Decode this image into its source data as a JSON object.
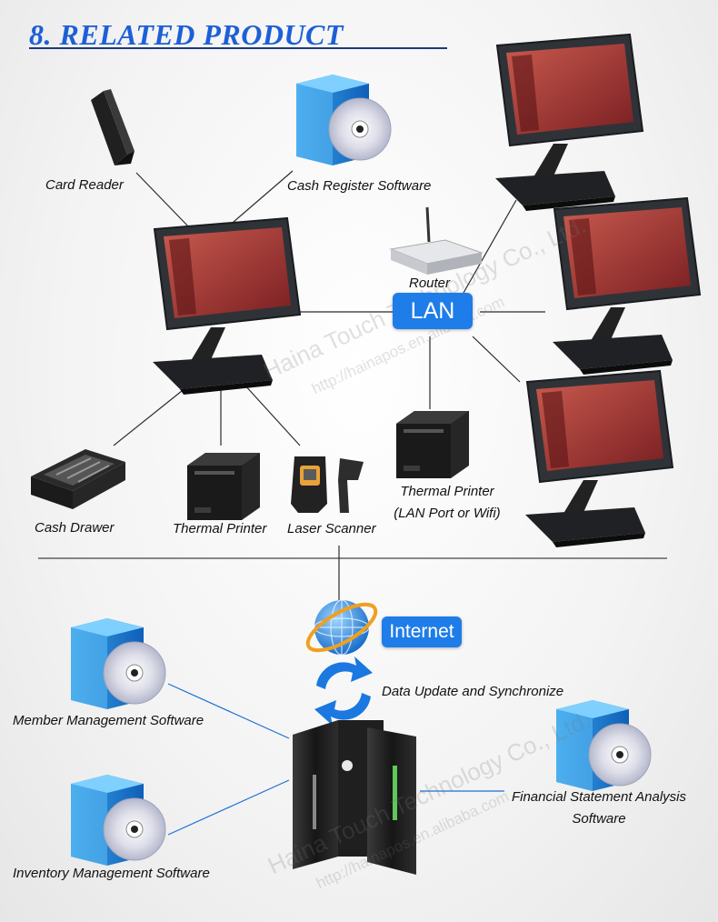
{
  "title": "8. RELATED PRODUCT",
  "labels": {
    "card_reader": "Card Reader",
    "cash_register_software": "Cash Register Software",
    "router": "Router",
    "lan": "LAN",
    "cash_drawer": "Cash Drawer",
    "thermal_printer": "Thermal Printer",
    "laser_scanner": "Laser Scanner",
    "thermal_printer_lan_1": "Thermal Printer",
    "thermal_printer_lan_2": "(LAN Port or Wifi)",
    "internet": "Internet",
    "data_sync": "Data Update and Synchronize",
    "member_software": "Member Management Software",
    "inventory_software": "Inventory Management Software",
    "financial_software_1": "Financial Statement Analysis",
    "financial_software_2": "Software"
  },
  "watermarks": {
    "company_top": "Haina Touch Technology Co., Ltd.",
    "url_top": "http://hainapos.en.alibaba.com",
    "company_bottom": "Haina Touch Technology Co., Ltd.",
    "url_bottom": "http://hainapos.en.alibaba.com"
  },
  "colors": {
    "accent_blue": "#1e7de8",
    "title_blue": "#1d5fd6",
    "screen_red": "#9e2b2b"
  },
  "icons": [
    "pos-terminal-icon",
    "card-reader-icon",
    "software-box-icon",
    "router-icon",
    "cash-drawer-icon",
    "thermal-printer-icon",
    "barcode-scanner-icon",
    "globe-icon",
    "sync-arrows-icon",
    "server-icon"
  ]
}
